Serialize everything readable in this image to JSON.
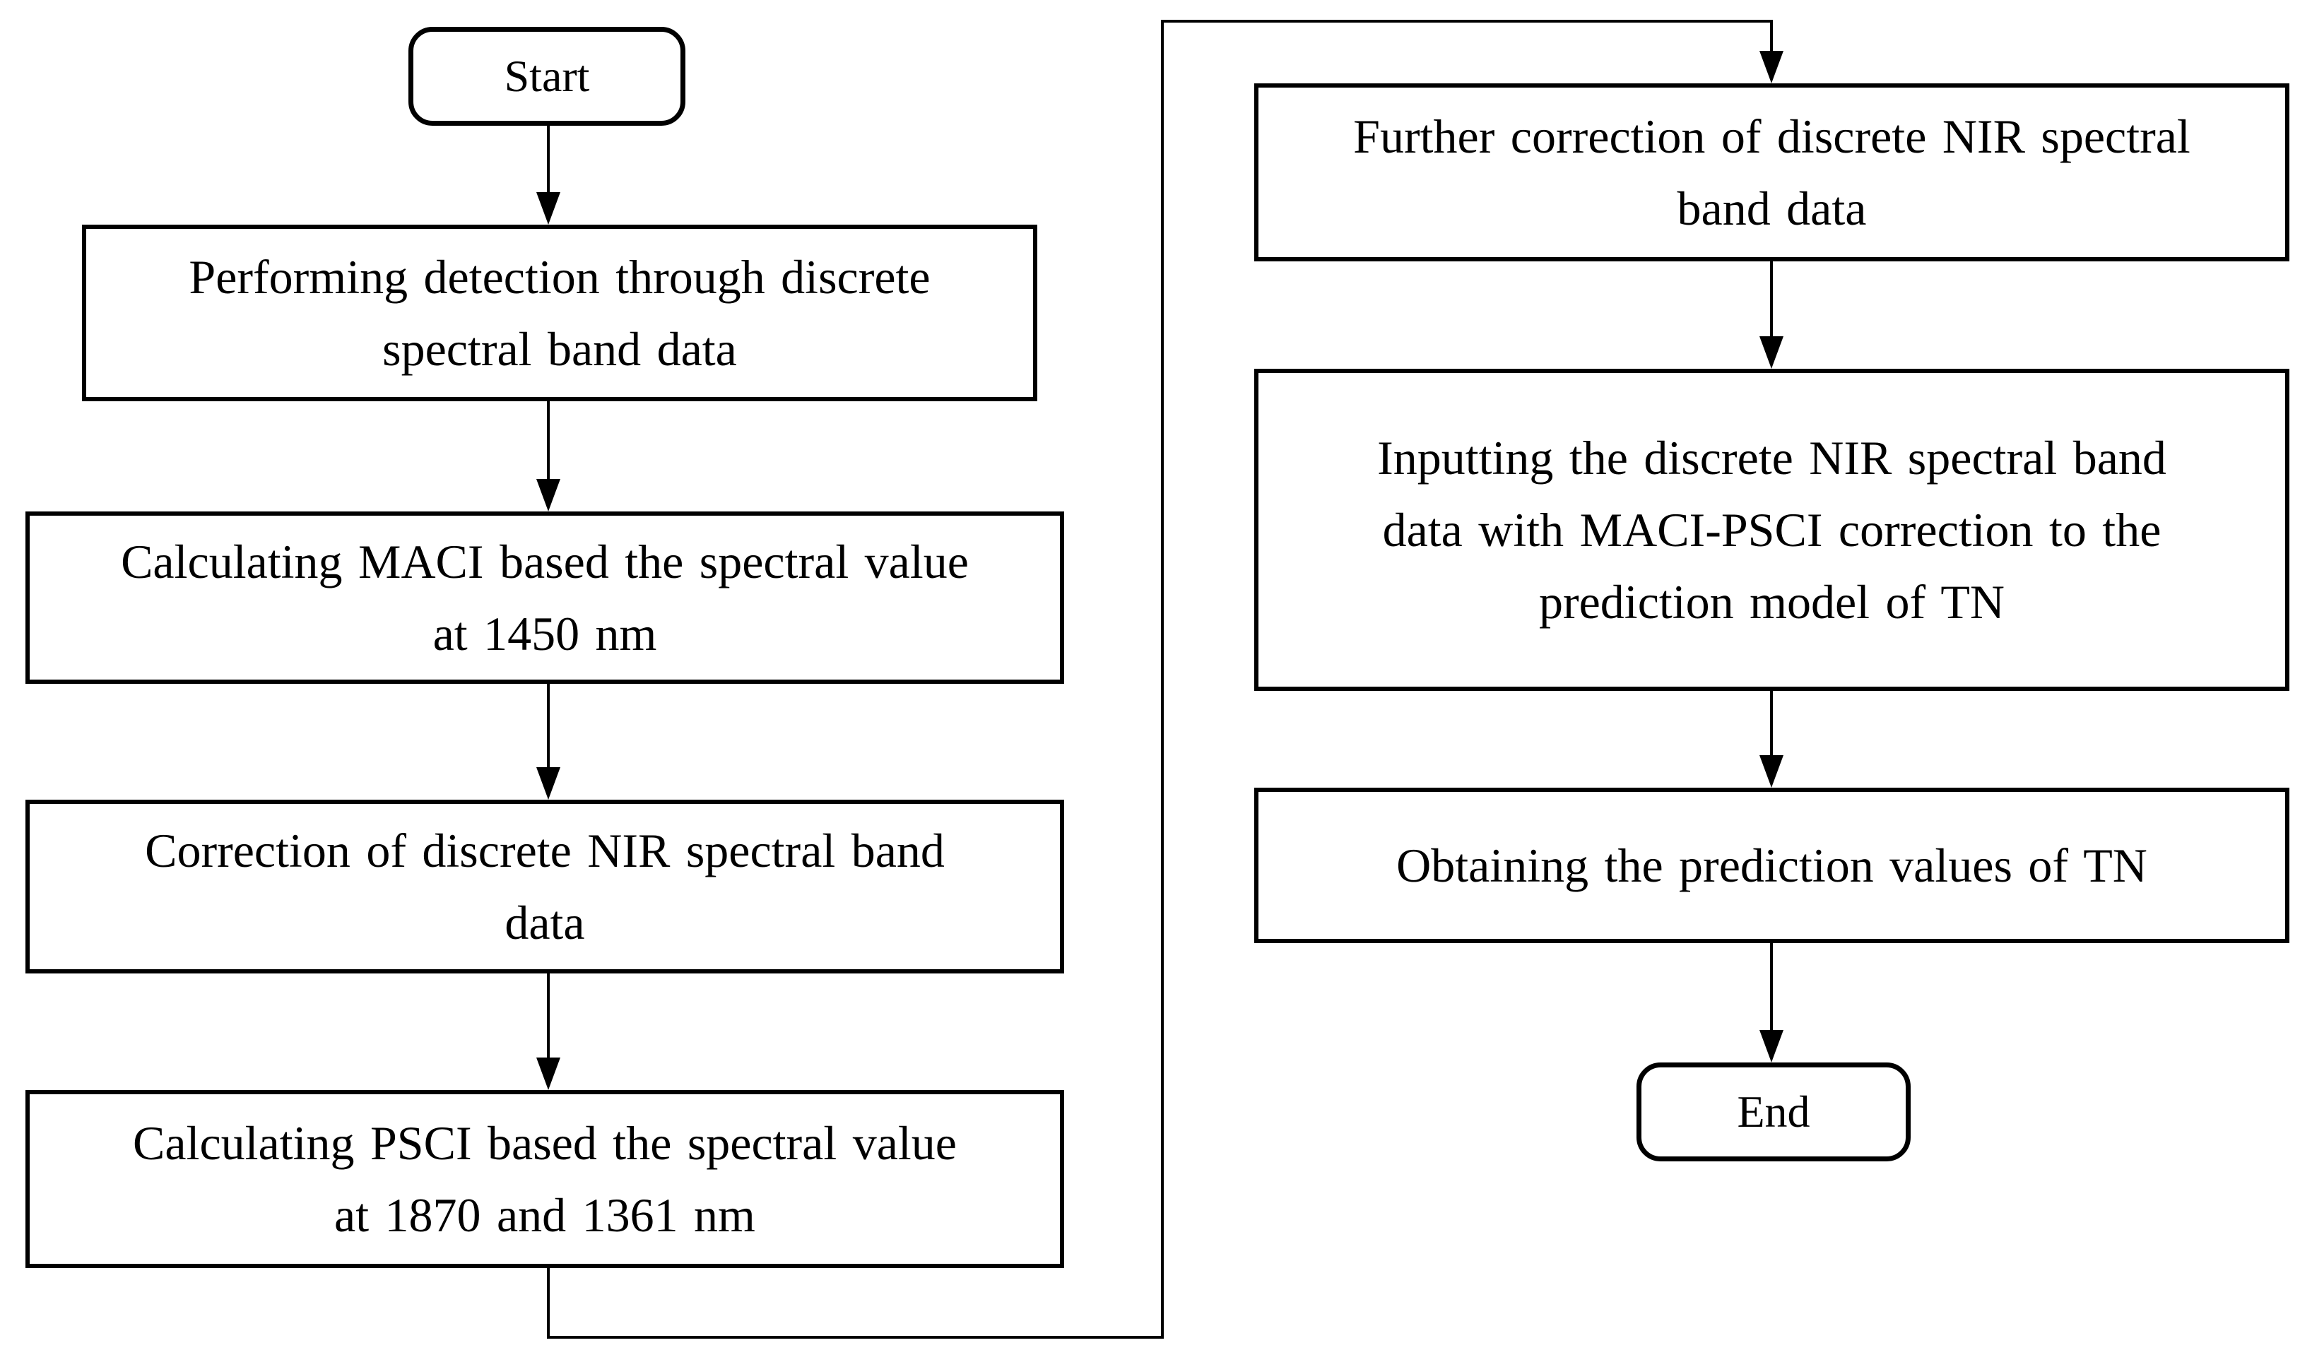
{
  "diagram_type": "flowchart",
  "colors": {
    "background": "#ffffff",
    "line": "#000000",
    "text": "#000000",
    "node_fill": "#ffffff"
  },
  "nodes": {
    "start": {
      "label": "Start",
      "shape": "terminator"
    },
    "detect": {
      "label": "Performing detection through discrete\nspectral band data",
      "shape": "process"
    },
    "maci": {
      "label": "Calculating MACI based the spectral value\nat 1450 nm",
      "shape": "process"
    },
    "correction": {
      "label": "Correction of discrete NIR spectral band\ndata",
      "shape": "process"
    },
    "psci": {
      "label": "Calculating PSCI based the spectral value\nat 1870 and 1361 nm",
      "shape": "process"
    },
    "further": {
      "label": "Further correction of discrete NIR spectral\nband data",
      "shape": "process"
    },
    "inputting": {
      "label": "Inputting the discrete NIR spectral band\ndata with MACI-PSCI correction to the\nprediction model of TN",
      "shape": "process"
    },
    "obtaining": {
      "label": "Obtaining the prediction values of TN",
      "shape": "process"
    },
    "end": {
      "label": "End",
      "shape": "terminator"
    }
  },
  "edges": [
    {
      "from": "start",
      "to": "detect"
    },
    {
      "from": "detect",
      "to": "maci"
    },
    {
      "from": "maci",
      "to": "correction"
    },
    {
      "from": "correction",
      "to": "psci"
    },
    {
      "from": "psci",
      "to": "further"
    },
    {
      "from": "further",
      "to": "inputting"
    },
    {
      "from": "inputting",
      "to": "obtaining"
    },
    {
      "from": "obtaining",
      "to": "end"
    }
  ]
}
